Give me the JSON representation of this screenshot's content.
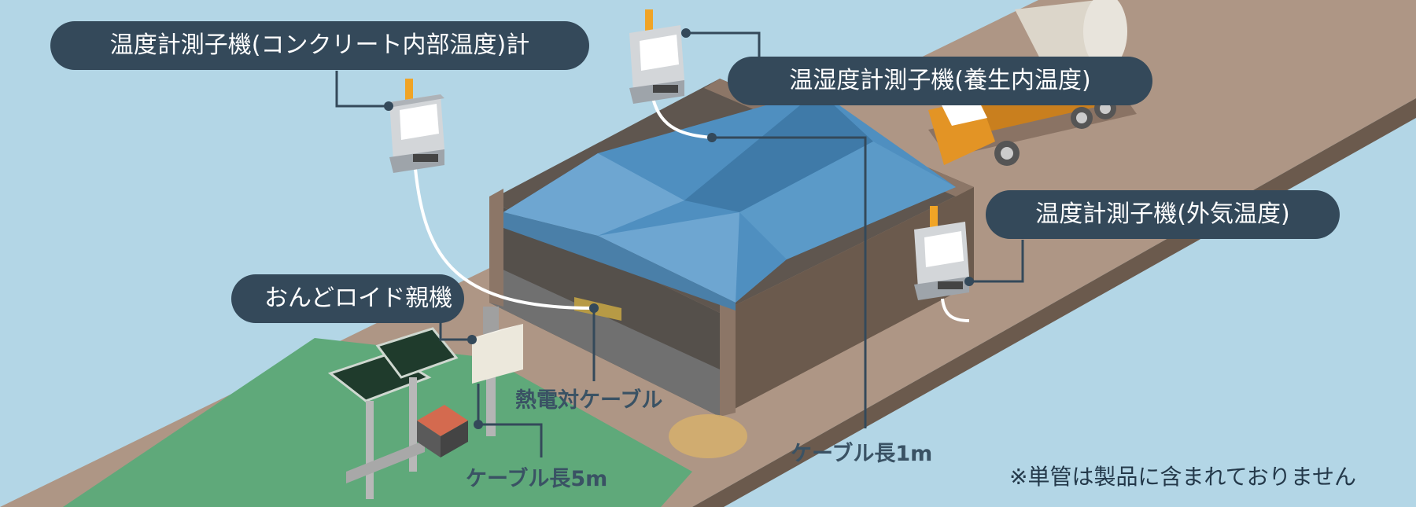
{
  "labels": {
    "sensor_internal": "温度計測子機(コンクリート内部温度)計",
    "sensor_humidity": "温湿度計測子機(養生内温度)",
    "sensor_outside": "温度計測子機(外気温度)",
    "base_unit": "おんどロイド親機",
    "thermocouple_cable": "熱電対ケーブル",
    "cable_5m": "ケーブル長5m",
    "cable_1m": "ケーブル長1m",
    "note": "※単管は製品に含まれておりません"
  },
  "colors": {
    "sky": "#b3d6e6",
    "road": "#ae9685",
    "road_side": "#6b5a4d",
    "grass": "#5fa97a",
    "pill": "#34495a",
    "water": "#4f8fc0",
    "truck": "#e39425"
  }
}
